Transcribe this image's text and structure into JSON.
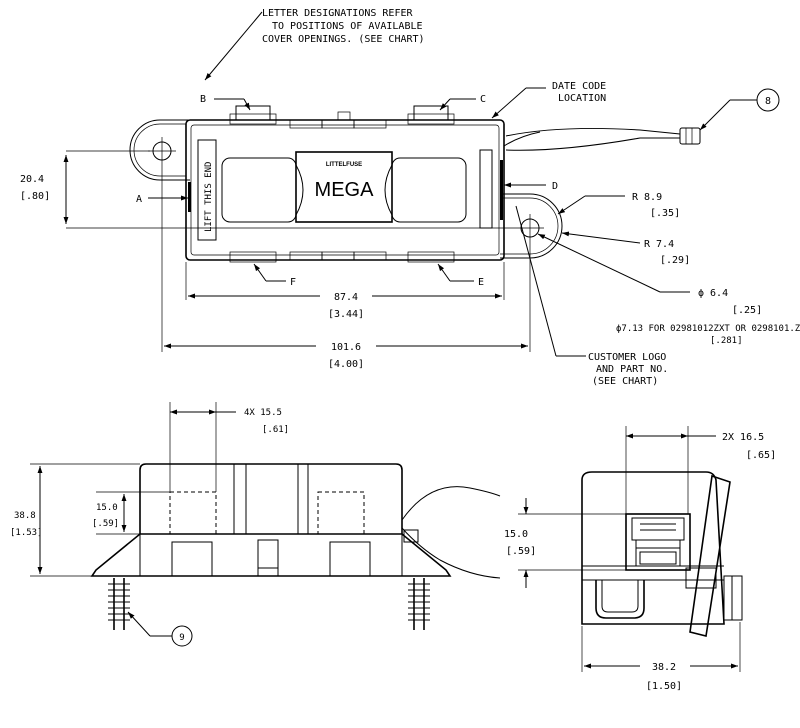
{
  "notes": {
    "letter_designations": [
      "LETTER DESIGNATIONS REFER",
      "TO POSITIONS OF AVAILABLE",
      "COVER OPENINGS. (SEE CHART)"
    ],
    "date_code": [
      "DATE CODE",
      "LOCATION"
    ],
    "customer_logo": [
      "CUSTOMER LOGO",
      "AND PART NO.",
      "(SEE CHART)"
    ]
  },
  "letters": {
    "a": "A",
    "b": "B",
    "c": "C",
    "d": "D",
    "e": "E",
    "f": "F"
  },
  "balloons": {
    "item_8": "8",
    "item_9": "9"
  },
  "body": {
    "lift_label": "LIFT THIS END",
    "brand": "LITTELFUSE",
    "product": "MEGA"
  },
  "dimensions": {
    "height_mm": "20.4",
    "height_in": "[.80]",
    "inner_len_mm": "87.4",
    "inner_len_in": "[3.44]",
    "overall_len_mm": "101.6",
    "overall_len_in": "[4.00]",
    "radius_outer": "R 8.9",
    "radius_outer_in": "[.35]",
    "radius_inner": "R 7.4",
    "radius_inner_in": "[.29]",
    "hole_dia": "ϕ 6.4",
    "hole_dia_in": "[.25]",
    "hole_alt": "ϕ7.13 FOR 02981012ZXT OR 0298101.Z",
    "hole_alt_in": "[.281]",
    "opening_4x": "4X 15.5",
    "opening_4x_in": "[.61]",
    "opening_h": "15.0",
    "opening_h_in": "[.59]",
    "total_h": "38.8",
    "total_h_in": "[1.53]",
    "opening_2x": "2X 16.5",
    "opening_2x_in": "[.65]",
    "side_open_h": "15.0",
    "side_open_h_in": "[.59]",
    "side_width": "38.2",
    "side_width_in": "[1.50]"
  }
}
